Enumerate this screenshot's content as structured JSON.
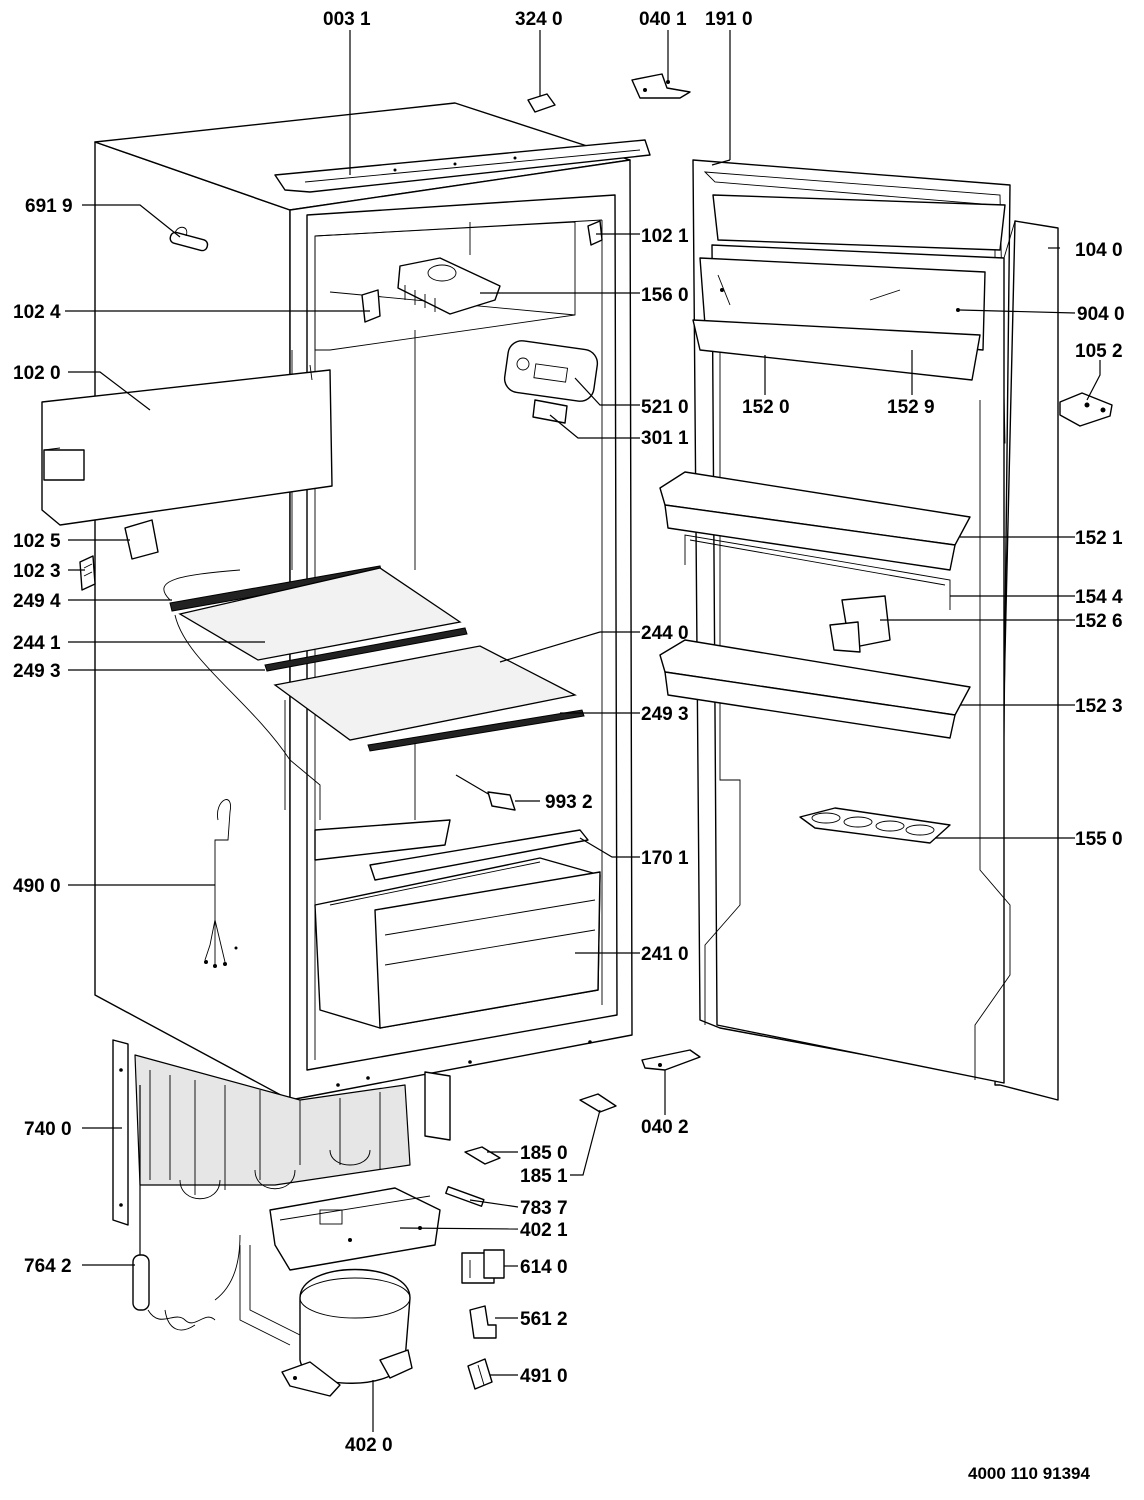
{
  "diagram_id": "4000 110 91394",
  "part_labels": [
    "003 1",
    "324 0",
    "040 1",
    "191 0",
    "691 9",
    "102 1",
    "104 0",
    "102 4",
    "156 0",
    "904 0",
    "102 0",
    "105 2",
    "521 0",
    "152 0",
    "152 9",
    "301 1",
    "102 5",
    "152 1",
    "102 3",
    "249 4",
    "154 4",
    "152 6",
    "244 1",
    "244 0",
    "249 3",
    "249 3",
    "152 3",
    "993 2",
    "170 1",
    "155 0",
    "490 0",
    "241 0",
    "740 0",
    "040 2",
    "185 0",
    "185 1",
    "783 7",
    "402 1",
    "764 2",
    "614 0",
    "561 2",
    "491 0",
    "402 0"
  ]
}
